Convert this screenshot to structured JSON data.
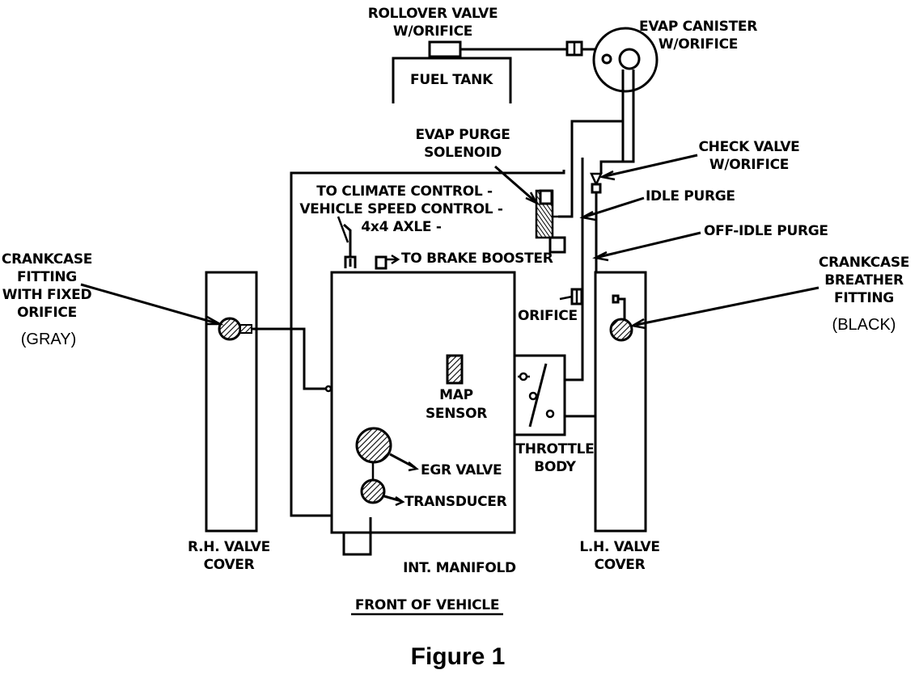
{
  "labels": {
    "rollover_valve_1": "ROLLOVER VALVE",
    "rollover_valve_2": "W/ORIFICE",
    "fuel_tank": "FUEL TANK",
    "evap_canister_1": "EVAP CANISTER",
    "evap_canister_2": "W/ORIFICE",
    "evap_purge_1": "EVAP PURGE",
    "evap_purge_2": "SOLENOID",
    "check_valve_1": "CHECK VALVE",
    "check_valve_2": "W/ORIFICE",
    "climate_1": "TO CLIMATE CONTROL -",
    "climate_2": "VEHICLE SPEED CONTROL -",
    "climate_3": "4x4 AXLE -",
    "idle_purge": "IDLE PURGE",
    "off_idle_purge": "OFF-IDLE PURGE",
    "brake_booster": "TO BRAKE BOOSTER",
    "crankcase_fitting_1": "CRANKCASE",
    "crankcase_fitting_2": "FITTING",
    "crankcase_fitting_3": "WITH FIXED",
    "crankcase_fitting_4": "ORIFICE",
    "gray": "(GRAY)",
    "crankcase_breather_1": "CRANKCASE",
    "crankcase_breather_2": "BREATHER",
    "crankcase_breather_3": "FITTING",
    "black": "(BLACK)",
    "orifice": "ORIFICE",
    "map_sensor_1": "MAP",
    "map_sensor_2": "SENSOR",
    "throttle_body_1": "THROTTLE",
    "throttle_body_2": "BODY",
    "egr_valve": "EGR VALVE",
    "transducer": "TRANSDUCER",
    "rh_valve_cover_1": "R.H. VALVE",
    "rh_valve_cover_2": "COVER",
    "lh_valve_cover_1": "L.H. VALVE",
    "lh_valve_cover_2": "COVER",
    "int_manifold": "INT. MANIFOLD",
    "front_of_vehicle": "FRONT OF VEHICLE"
  },
  "caption": "Figure 1"
}
